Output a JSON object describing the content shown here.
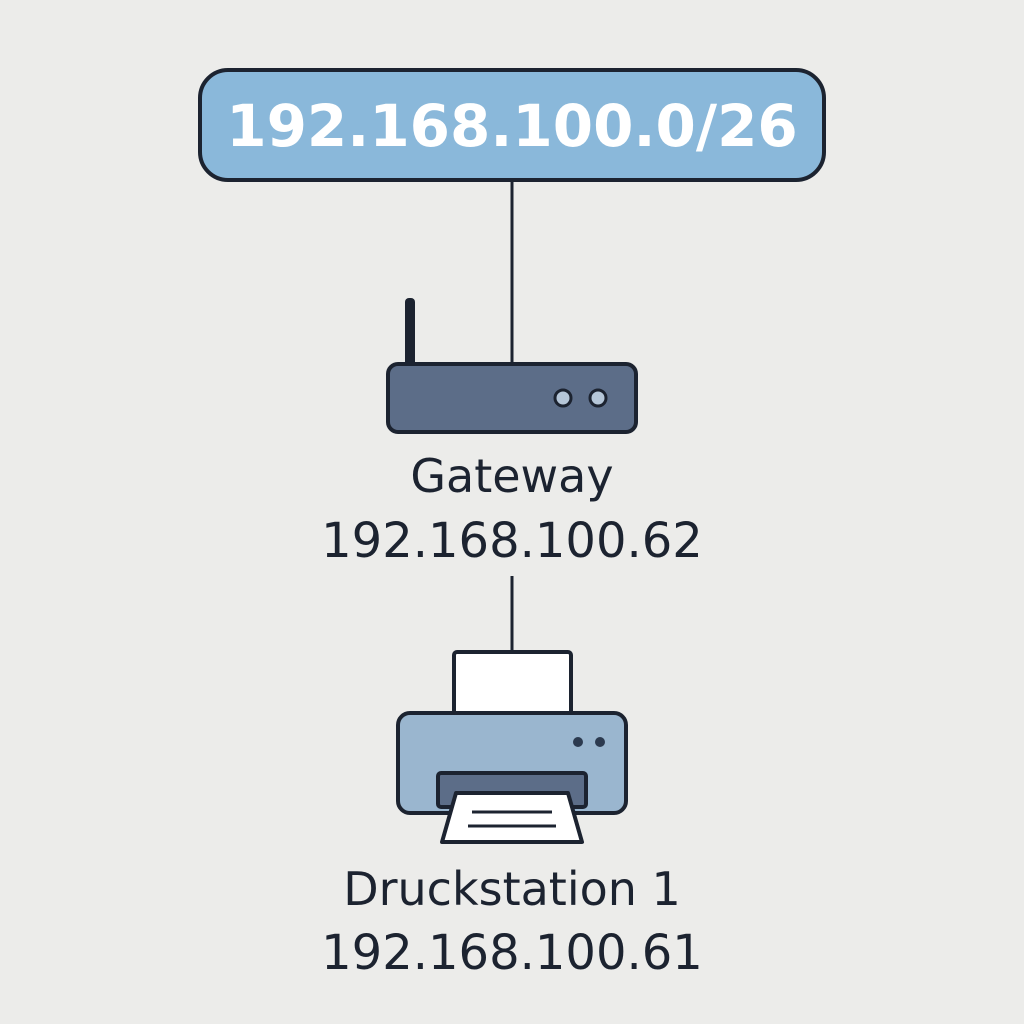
{
  "subnet": {
    "cidr": "192.168.100.0/26"
  },
  "gateway": {
    "name": "Gateway",
    "ip": "192.168.100.62",
    "icon": "router-icon"
  },
  "printer": {
    "name": "Druckstation 1",
    "ip": "192.168.100.61",
    "icon": "printer-icon"
  },
  "colors": {
    "background": "#ececea",
    "subnet_fill": "#8ab8da",
    "router_fill": "#5c6d88",
    "printer_fill": "#9ab6cf",
    "outline": "#1c2330"
  }
}
